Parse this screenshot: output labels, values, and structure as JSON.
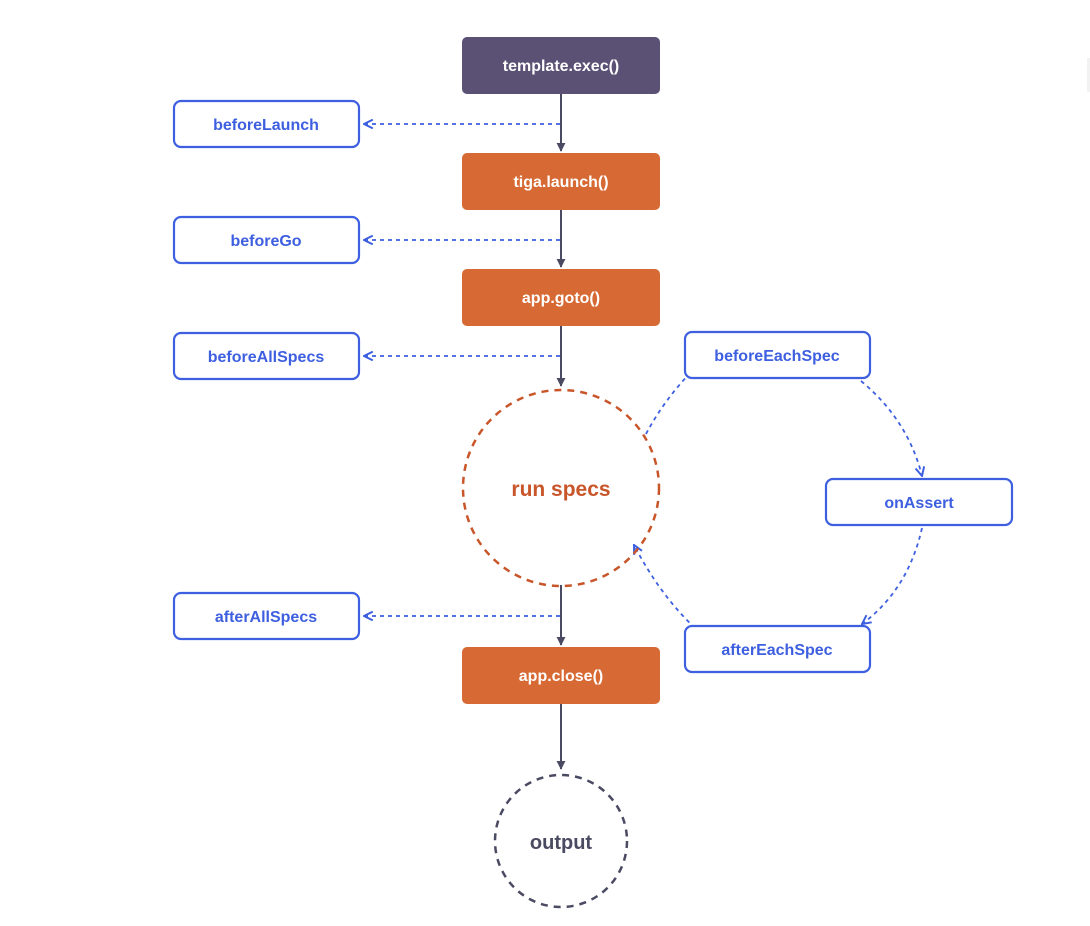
{
  "colors": {
    "core": "#5a5175",
    "action": "#d76a34",
    "hook": "#3d5fe0",
    "arrow_main": "#4a4a62",
    "arrow_hook": "#3d5fe0",
    "run_circle": "#c9562a",
    "output_circle": "#4a4a62"
  },
  "main_flow": {
    "template_exec": "template.exec()",
    "tiga_launch": "tiga.launch()",
    "app_goto": "app.goto()",
    "run_specs": "run specs",
    "app_close": "app.close()",
    "output": "output"
  },
  "hooks": {
    "before_launch": "beforeLaunch",
    "before_go": "beforeGo",
    "before_all_specs": "beforeAllSpecs",
    "after_all_specs": "afterAllSpecs",
    "before_each_spec": "beforeEachSpec",
    "on_assert": "onAssert",
    "after_each_spec": "afterEachSpec"
  }
}
